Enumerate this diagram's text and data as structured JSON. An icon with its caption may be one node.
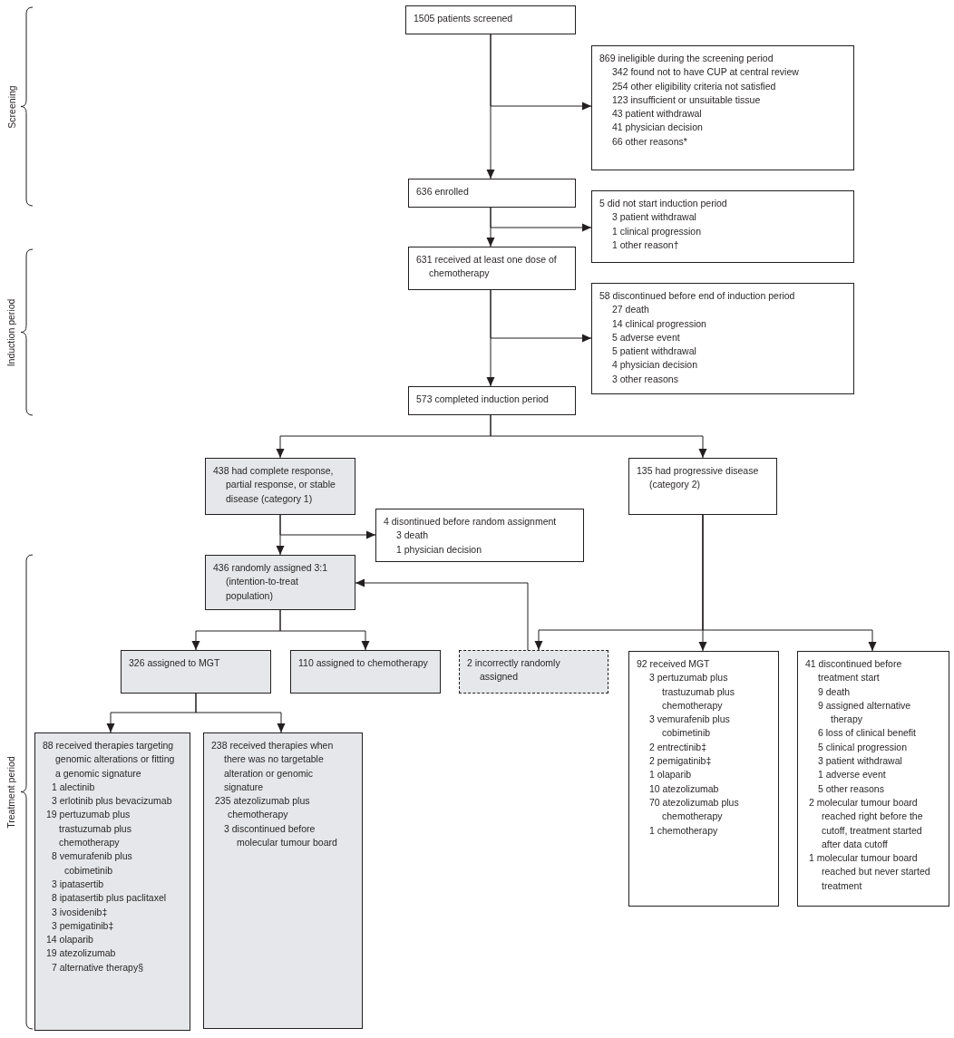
{
  "diagram": {
    "nodes": [
      {
        "text": [
          "1505 patients screened"
        ]
      },
      {
        "text": [
          "869 ineligible during the screening period",
          "342 found not to have CUP at central review",
          "254 other eligibility criteria not satisfied",
          "123 insufficient or unsuitable tissue",
          "43 patient withdrawal",
          "41 physician decision",
          "66 other reasons*"
        ]
      },
      {
        "text": [
          "636 enrolled"
        ]
      },
      {
        "text": [
          "5 did not start induction period",
          "3 patient withdrawal",
          "1 clinical progression",
          "1 other reason†"
        ]
      },
      {
        "text": [
          "631 received at least one dose of chemotherapy"
        ]
      },
      {
        "text": [
          "58 discontinued before end of induction period",
          "27 death",
          "14 clinical progression",
          "5 adverse event",
          "5 patient withdrawal",
          "4 physician decision",
          "3 other reasons"
        ]
      },
      {
        "text": [
          "573 completed induction period"
        ]
      },
      {
        "text": [
          "438 had complete response, partial response, or stable disease (category 1)"
        ]
      },
      {
        "text": [
          "135 had progressive disease (category 2)"
        ]
      },
      {
        "text": [
          "4 disontinued before random assignment",
          "3 death",
          "1 physician decision"
        ]
      },
      {
        "text": [
          "436 randomly assigned 3:1 (intention-to-treat population)"
        ]
      },
      {
        "text": [
          "326 assigned to MGT"
        ]
      },
      {
        "text": [
          "110 assigned to chemotherapy"
        ]
      },
      {
        "text": [
          "2 incorrectly randomly assigned"
        ]
      },
      {
        "text": [
          "92 received MGT",
          "3 pertuzumab plus trastuzumab plus chemotherapy",
          "3 vemurafenib plus cobimetinib",
          "2 entrectinib‡",
          "2 pemigatinib‡",
          "1 olaparib",
          "10 atezolizumab",
          "70 atezolizumab plus chemotherapy",
          "1 chemotherapy"
        ]
      },
      {
        "text": [
          "41 discontinued before treatment start",
          "9 death",
          "9 assigned alternative therapy",
          "6 loss of clinical benefit",
          "5 clinical progression",
          "3 patient withdrawal",
          "1 adverse event",
          "5 other reasons",
          "2 molecular tumour board reached right before the cutoff, treatment started after data cutoff",
          "1 molecular tumour board reached but never started treatment"
        ]
      },
      {
        "text": [
          "88 received therapies targeting genomic alterations or fitting a genomic signature",
          "1 alectinib",
          "3 erlotinib plus bevacizumab",
          "19 pertuzumab plus trastuzumab plus chemotherapy",
          "8 vemurafenib plus cobimetinib",
          "3 ipatasertib",
          "8 ipatasertib plus paclitaxel",
          "3 ivosidenib‡",
          "3 pemigatinib‡",
          "14 olaparib",
          "19 atezolizumab",
          "7 alternative therapy§"
        ]
      },
      {
        "text": [
          "238 received therapies when there was no targetable alteration or genomic signature",
          "235 atezolizumab plus chemotherapy",
          "3 discontinued before molecular tumour board"
        ]
      }
    ],
    "edges": [
      {
        "from": 0,
        "to": 2,
        "arrow": "to"
      },
      {
        "from": 0,
        "to": 1,
        "arrow": "to"
      },
      {
        "from": 2,
        "to": 4,
        "arrow": "to"
      },
      {
        "from": 2,
        "to": 3,
        "arrow": "to"
      },
      {
        "from": 4,
        "to": 6,
        "arrow": "to"
      },
      {
        "from": 4,
        "to": 5,
        "arrow": "to"
      },
      {
        "from": 6,
        "to": 7,
        "arrow": "to"
      },
      {
        "from": 6,
        "to": 8,
        "arrow": "to"
      },
      {
        "from": 7,
        "to": 10,
        "arrow": "to"
      },
      {
        "from": 7,
        "to": 9,
        "arrow": "to"
      },
      {
        "from": 10,
        "to": 11,
        "arrow": "to"
      },
      {
        "from": 10,
        "to": 12,
        "arrow": "to"
      },
      {
        "from": 8,
        "to": 14,
        "arrow": "to"
      },
      {
        "from": 8,
        "to": 15,
        "arrow": "to"
      },
      {
        "from": 8,
        "to": 13,
        "arrow": "to"
      },
      {
        "from": 13,
        "to": 10,
        "arrow": "to"
      },
      {
        "from": 11,
        "to": 16,
        "arrow": "to"
      },
      {
        "from": 11,
        "to": 17,
        "arrow": "to"
      }
    ],
    "labels": [
      "Screening",
      "Induction period",
      "Treatment period"
    ]
  }
}
